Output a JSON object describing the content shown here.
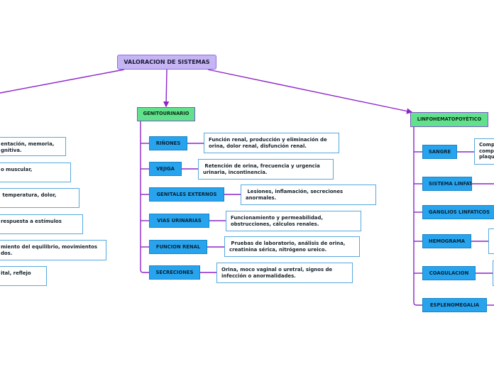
{
  "root": {
    "label": "VALORACION DE SISTEMAS"
  },
  "colors": {
    "line": "#8e24c8",
    "root": "#c6b5f3",
    "category": "#62e18d",
    "item": "#27a4ed"
  },
  "left": {
    "descriptions": [
      "entación, memoria,\ngnitiva.",
      "o muscular,",
      " temperatura, dolor,",
      "respuesta a estímulos",
      "miento del equilibrio, movimientos\ndos.",
      "ital, reflejo"
    ]
  },
  "genitourinario": {
    "label": "GENITOURINARIO",
    "items": [
      {
        "label": "RIÑONES",
        "desc": "Función renal, producción y eliminación de\norina, dolor renal, disfunción renal."
      },
      {
        "label": "VEJIGA",
        "desc": " Retención de orina, frecuencia y urgencia\nurinaria, incontinencia."
      },
      {
        "label": "GENITALES EXTERNOS",
        "desc": " Lesiones, inflamación, secreciones\nanormales."
      },
      {
        "label": "VIAS URINARIAS",
        "desc": "Funcionamiento y permeabilidad,\nobstrucciones, cálculos renales."
      },
      {
        "label": "FUNCION RENAL",
        "desc": " Pruebas de laboratorio, análisis de orina,\ncreatinina sérica, nitrógeno ureico."
      },
      {
        "label": "SECRECIONES",
        "desc": "Orina, moco vaginal o uretral, signos de\ninfección o anormalidades."
      }
    ]
  },
  "linfohematopoyetico": {
    "label": "LINFOHEMATOPOYÉTICO",
    "items": [
      {
        "label": "SANGRE",
        "desc": "Comp\ncomp\nplaqu"
      },
      {
        "label": "SISTEMA LINFATICO",
        "desc": ""
      },
      {
        "label": "GANGLIOS LINFATICOS",
        "desc": ""
      },
      {
        "label": "HEMOGRAMA",
        "desc": ""
      },
      {
        "label": "COAGULACION",
        "desc": ""
      },
      {
        "label": "ESPLENOMEGALIA",
        "desc": ""
      }
    ]
  }
}
